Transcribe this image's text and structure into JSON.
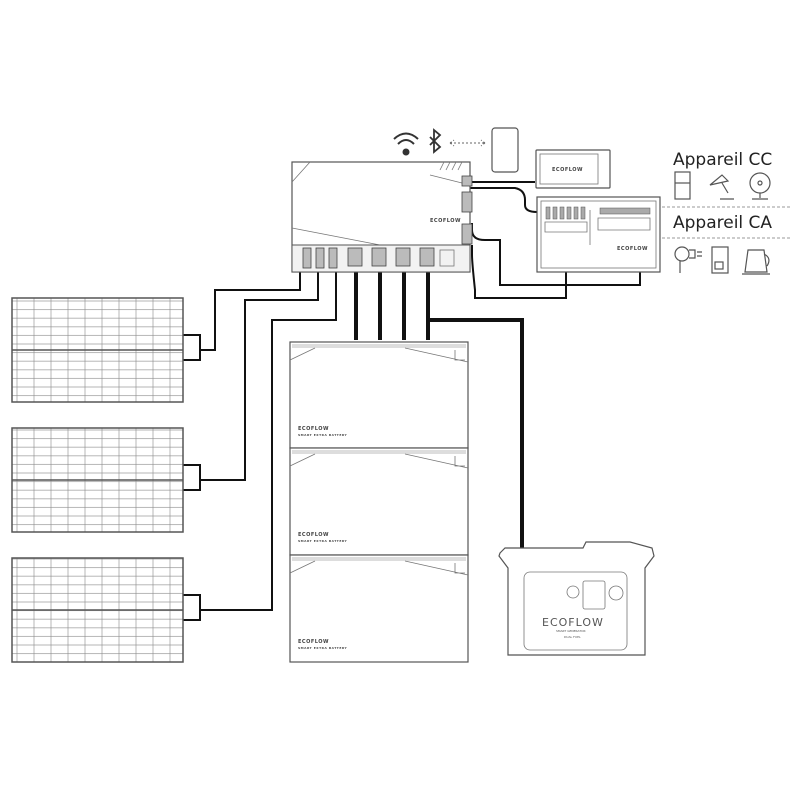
{
  "labels": {
    "dc_devices": "Appareil CC",
    "ac_devices": "Appareil CA"
  },
  "brand": {
    "logo": "ECOFLOW",
    "battery_sub": "SMART EXTRA BATTERY",
    "generator_sub": "SMART GENERATOR",
    "generator_badge": "DUAL FUEL"
  },
  "icons": {
    "connectivity": [
      "wifi-icon",
      "bluetooth-icon"
    ],
    "dc": [
      "fridge-icon",
      "lamp-icon",
      "fan-icon"
    ],
    "ac": [
      "hair-dryer-icon",
      "coffee-maker-icon",
      "kettle-icon"
    ]
  }
}
